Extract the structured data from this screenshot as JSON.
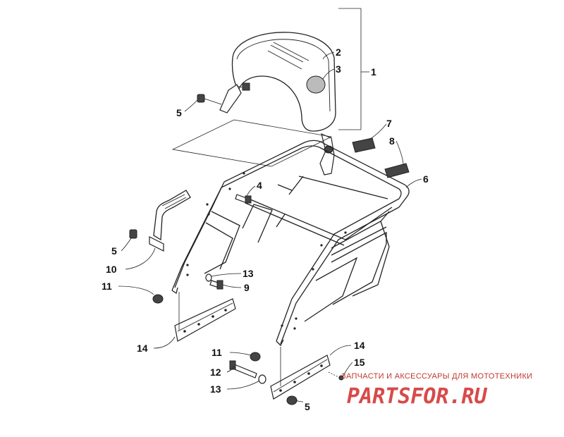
{
  "callouts": [
    {
      "num": "1"
    },
    {
      "num": "2"
    },
    {
      "num": "3"
    },
    {
      "num": "4"
    },
    {
      "num": "5"
    },
    {
      "num": "5"
    },
    {
      "num": "5"
    },
    {
      "num": "6"
    },
    {
      "num": "7"
    },
    {
      "num": "8"
    },
    {
      "num": "9"
    },
    {
      "num": "10"
    },
    {
      "num": "11"
    },
    {
      "num": "11"
    },
    {
      "num": "12"
    },
    {
      "num": "13"
    },
    {
      "num": "13"
    },
    {
      "num": "14"
    },
    {
      "num": "14"
    },
    {
      "num": "15"
    }
  ],
  "watermark": {
    "subtitle": "ЗАПЧАСТИ И АКСЕССУАРЫ ДЛЯ МОТОТЕХНИКИ",
    "brand": "PARTSFOR.RU"
  }
}
